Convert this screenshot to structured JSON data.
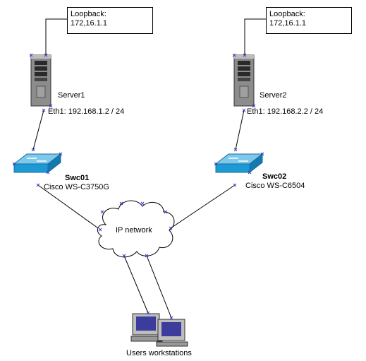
{
  "servers": [
    {
      "name": "Server1",
      "interface": "Eth1: 192.168.1.2 / 24",
      "loopback_title": "Loopback:",
      "loopback_ip": "172,16.1.1"
    },
    {
      "name": "Server2",
      "interface": "Eth1: 192.168.2.2 / 24",
      "loopback_title": "Loopback:",
      "loopback_ip": "172,16.1.1"
    }
  ],
  "switches": [
    {
      "name": "Swc01",
      "model": "Cisco WS-C3750G"
    },
    {
      "name": "Swc02",
      "model": "Cisco WS-C6504"
    }
  ],
  "cloud_label": "IP network",
  "workstations_label": "Users workstations",
  "colors": {
    "line": "#000000",
    "connector": "#3a3acd",
    "switch_blue": "#1c9ad6",
    "server_gray": "#8c8c8c"
  }
}
